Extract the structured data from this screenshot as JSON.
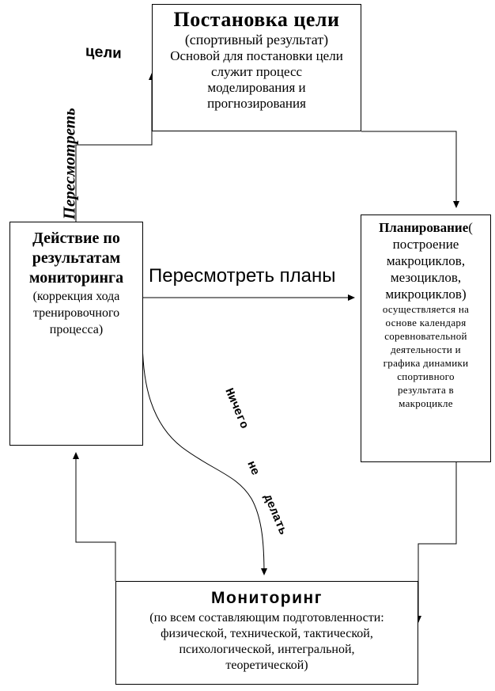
{
  "goal": {
    "title": "Постановка цели",
    "subtitle": "(спортивный результат)",
    "body_lines": [
      "Основой для постановки цели",
      "служит процесс",
      "моделирования и",
      "прогнозирования"
    ]
  },
  "planning": {
    "title_bold": "Планирование",
    "title_paren": "(",
    "body_lines": [
      "построение",
      "макроциклов,",
      "мезоциклов,",
      "микроциклов)"
    ],
    "small_lines": [
      "осуществляется на",
      "основе календаря",
      "соревновательной",
      "деятельности и",
      "графика динамики",
      "спортивного",
      "результата в",
      "макроцикле"
    ]
  },
  "action": {
    "title_lines": [
      "Действие по",
      "результатам",
      "мониторинга"
    ],
    "body_lines": [
      "(коррекция хода",
      "тренировочного",
      "процесса)"
    ]
  },
  "monitoring": {
    "title": "Мониторинг",
    "body_lines": [
      "(по всем составляющим подготовленности:",
      "физической, технической, тактической,",
      "психологической, интегральной,",
      "теоретической)"
    ]
  },
  "labels": {
    "revise_plans": "Пересмотреть планы",
    "revise_goals_word": "Пересмотреть",
    "goals_word": "цели",
    "nothing_word": "Ничего",
    "not_word": "не",
    "do_word": "делать"
  }
}
